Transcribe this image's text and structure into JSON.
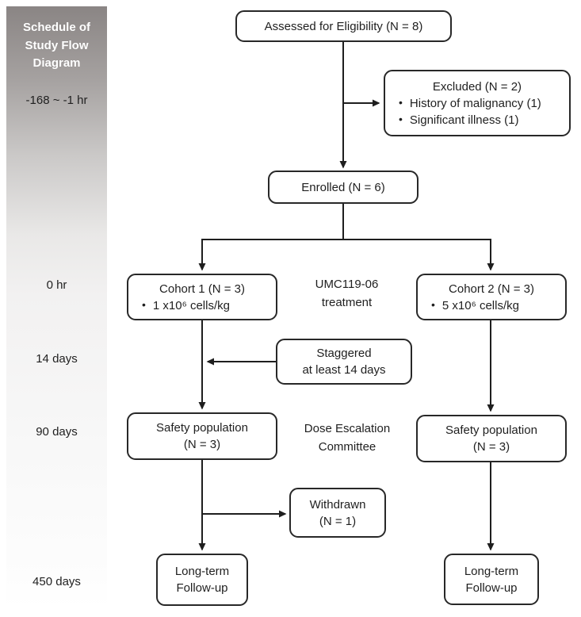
{
  "sidebar": {
    "title": "Schedule  of\nStudy Flow\nDiagram",
    "times": [
      "-168 ~ -1 hr",
      "0 hr",
      "14 days",
      "90 days",
      "450 days"
    ]
  },
  "flow": {
    "assessed": "Assessed for Eligibility (N = 8)",
    "excluded": {
      "title": "Excluded (N = 2)",
      "bullets": [
        "History of malignancy (1)",
        "Significant illness (1)"
      ]
    },
    "enrolled": "Enrolled (N = 6)",
    "cohort1": {
      "title": "Cohort 1 (N = 3)",
      "bullet": "1 x10⁶ cells/kg"
    },
    "cohort2": {
      "title": "Cohort 2 (N = 3)",
      "bullet": "5 x10⁶ cells/kg"
    },
    "umc_label": "UMC119-06\ntreatment",
    "staggered": "Staggered\nat least 14 days",
    "safety1": "Safety population\n(N = 3)",
    "dec_label": "Dose Escalation\nCommittee",
    "safety2": "Safety population\n(N = 3)",
    "withdrawn": "Withdrawn\n(N = 1)",
    "longterm1": "Long-term\nFollow-up",
    "longterm2": "Long-term\nFollow-up"
  },
  "colors": {
    "sidebar_gradient_top": "#8a8584",
    "sidebar_gradient_bottom": "#ffffff",
    "box_border": "#282828",
    "line": "#1e1e1e",
    "text": "#1f1f1f",
    "sidebar_title_text": "#ffffff"
  }
}
